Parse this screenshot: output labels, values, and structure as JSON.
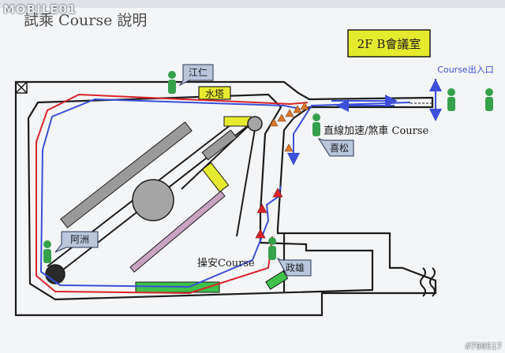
{
  "watermark": {
    "logo": "MOBILE01",
    "id": "#790517"
  },
  "slide_title": "試乘 Course 說明",
  "room_label": "2F B會議室",
  "entry_label": "Course出入口",
  "landmarks": {
    "water_tower": "水塔"
  },
  "course_labels": {
    "straight": "直線加速/煞車 Course",
    "handling": "操安Course"
  },
  "staff": {
    "jiang_ren": "江仁",
    "xi_song": "喜松",
    "a_zhou": "阿洲",
    "zheng_xiong": "政雄"
  },
  "colors": {
    "slide_bg": "#f4f5f7",
    "track_line": "#1c1c1c",
    "red_path": "#d8242a",
    "blue_path": "#3b4fd8",
    "yellow_box": "#e6ea2e",
    "green_figure": "#36a14b",
    "gray_block": "#9a9a9a",
    "cone_orange": "#d8772a",
    "cone_red": "#d8242a",
    "callout_bg": "#b9c6db"
  }
}
